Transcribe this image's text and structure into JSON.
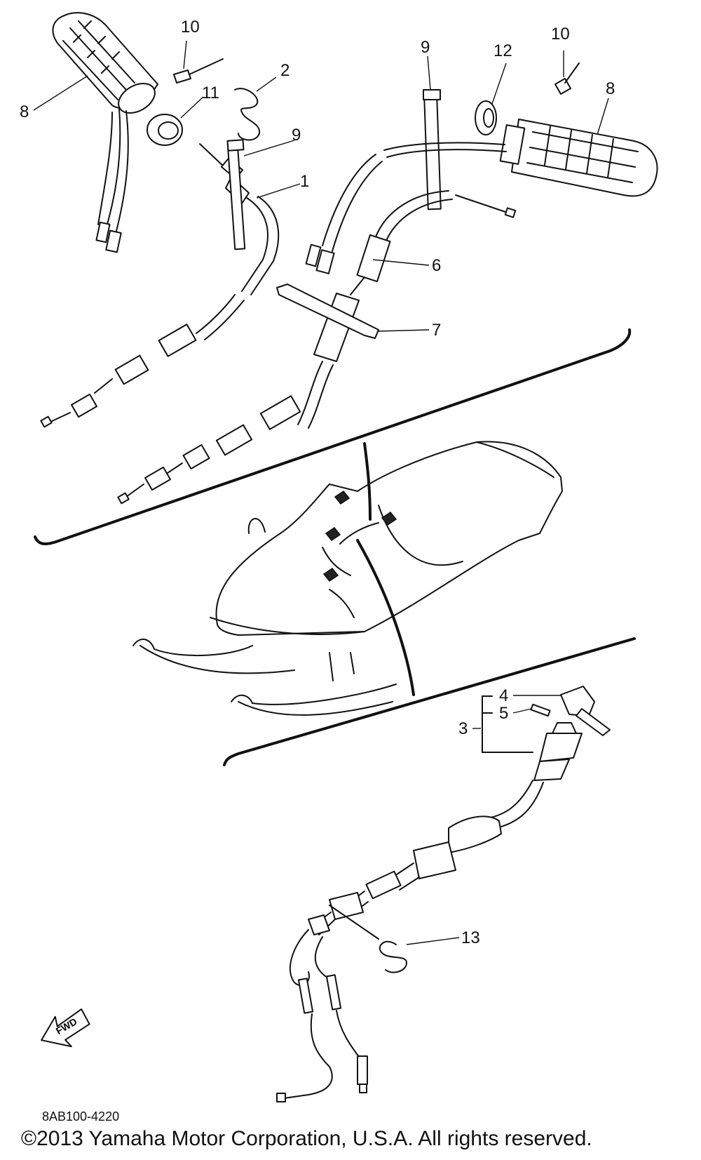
{
  "callouts": {
    "c1": "1",
    "c2": "2",
    "c3": "3",
    "c4": "4",
    "c5": "5",
    "c6": "6",
    "c7": "7",
    "c8_left": "8",
    "c8_right": "8",
    "c9_left": "9",
    "c9_right": "9",
    "c10_left": "10",
    "c10_right": "10",
    "c11": "11",
    "c12": "12",
    "c13": "13"
  },
  "fwd_label": "FWD",
  "reference_code": "8AB100-4220",
  "copyright": "©2013 Yamaha Motor Corporation, U.S.A. All rights reserved."
}
